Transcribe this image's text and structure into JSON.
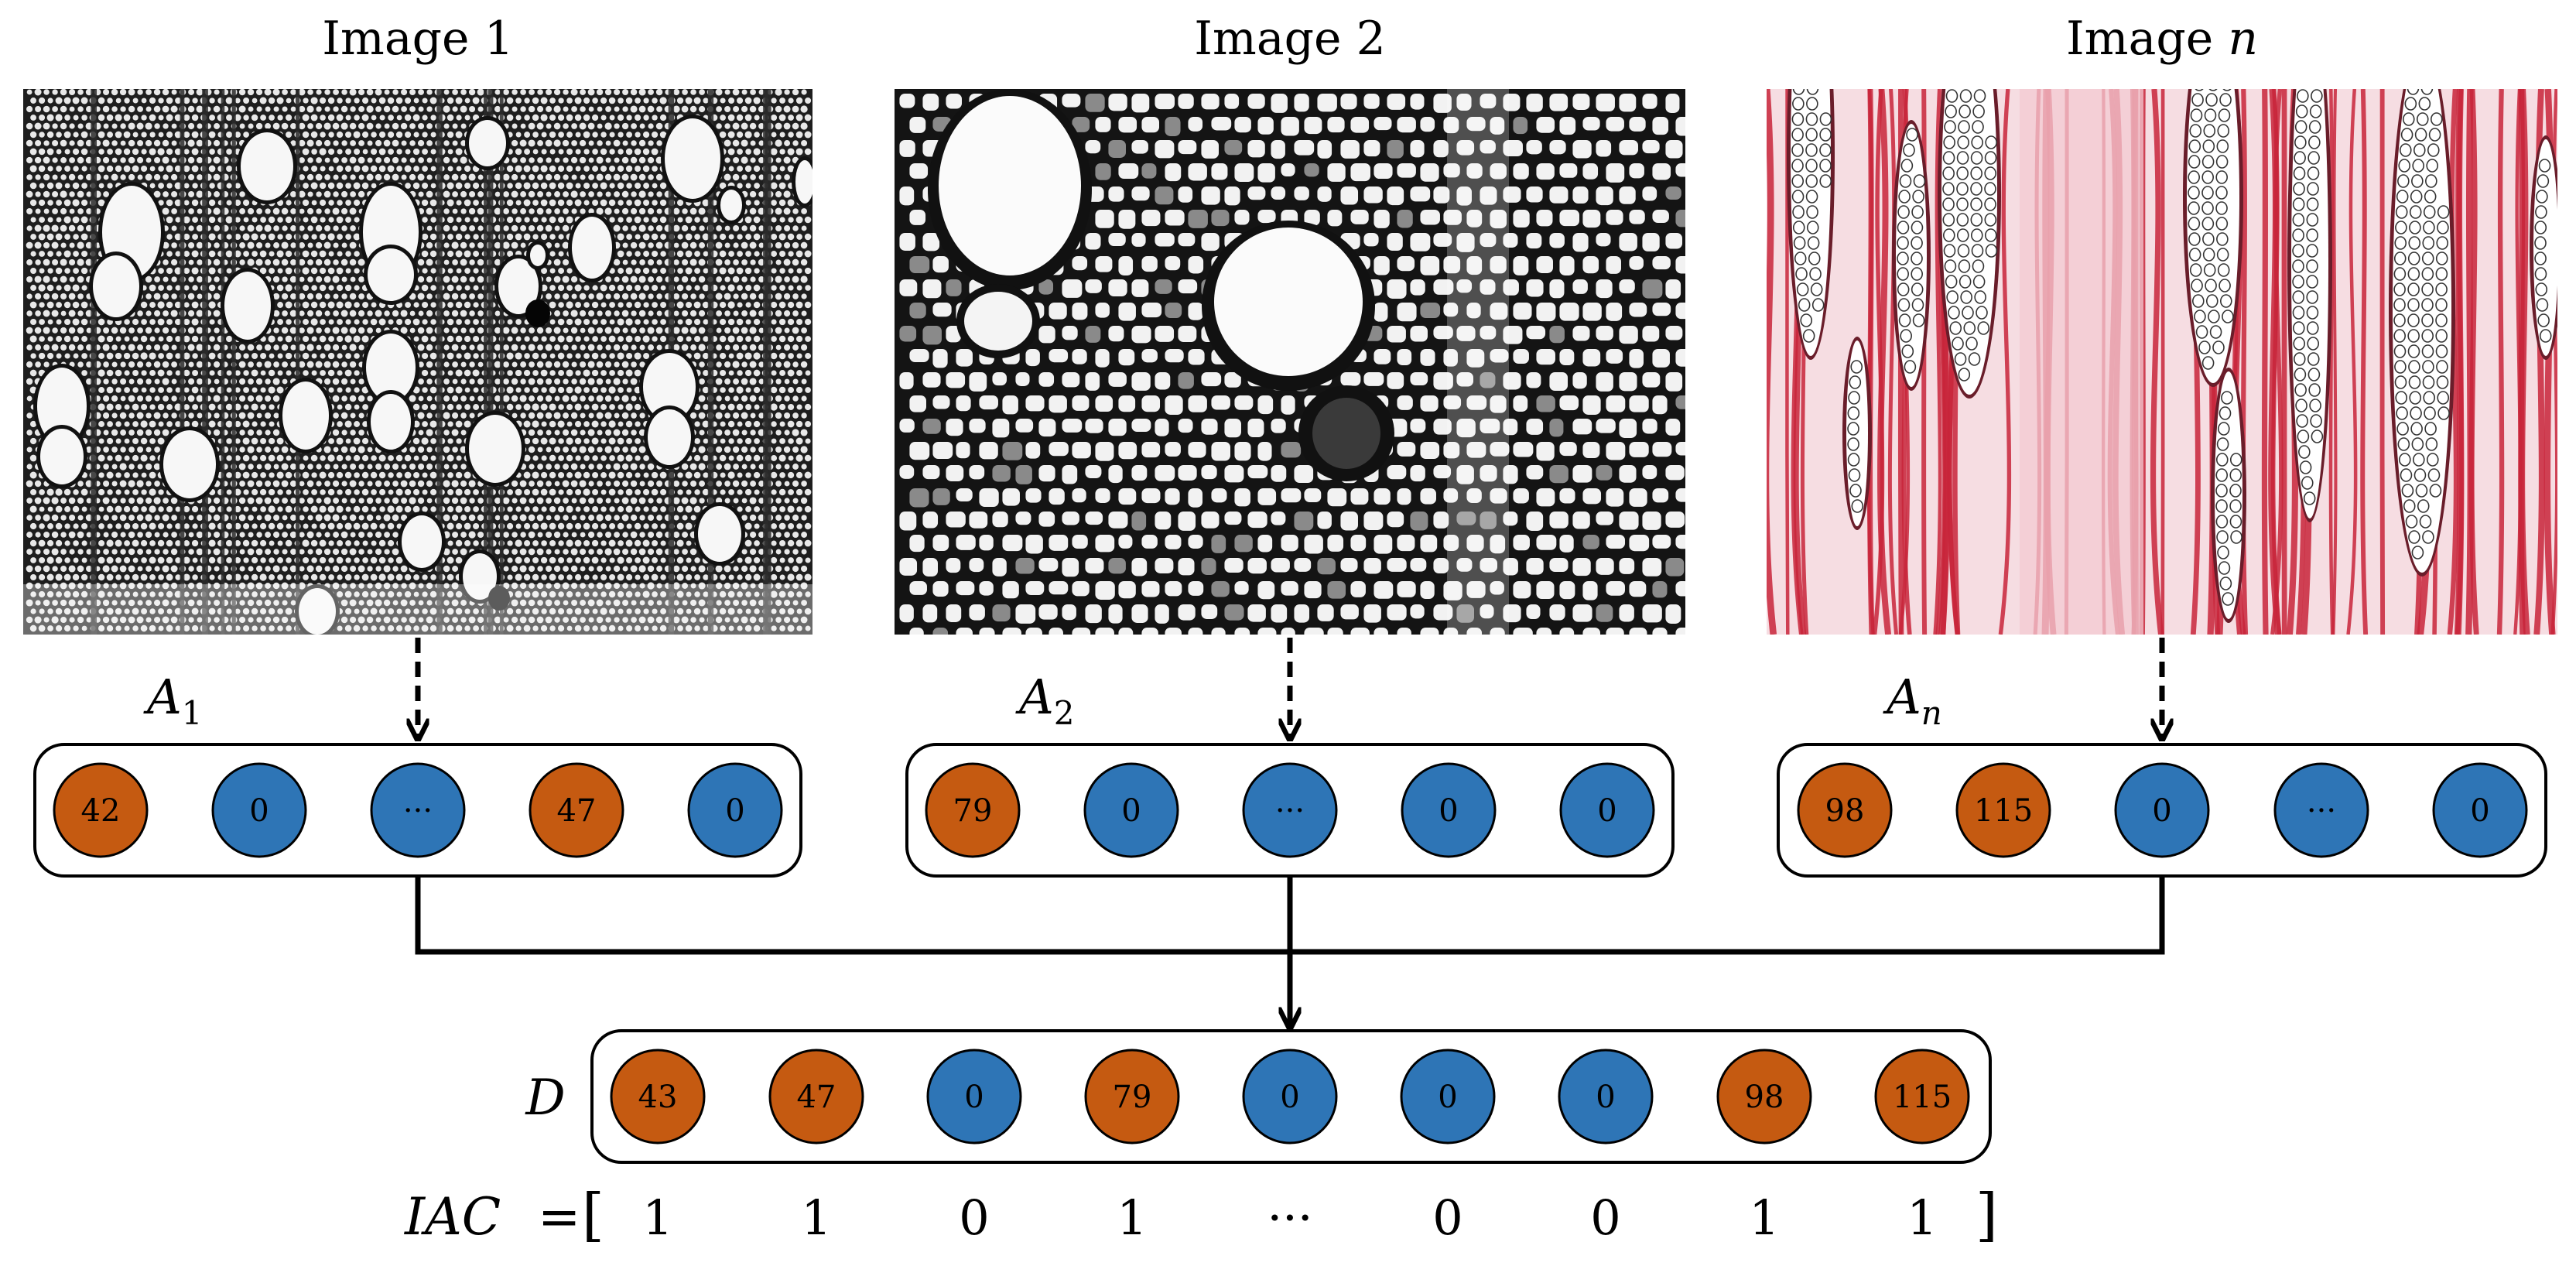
{
  "images": [
    {
      "title_main": "Image 1",
      "title_sub": "",
      "style": "bw-fine"
    },
    {
      "title_main": "Image 2",
      "title_sub": "",
      "style": "bw-coarse"
    },
    {
      "title_main": "Image ",
      "title_sub": "n",
      "style": "red"
    }
  ],
  "arrays": [
    {
      "label_main": "A",
      "label_sub": "1",
      "cells": [
        "42",
        "0",
        "···",
        "47",
        "0"
      ],
      "kinds": [
        "orange",
        "blue",
        "blue",
        "orange",
        "blue"
      ]
    },
    {
      "label_main": "A",
      "label_sub": "2",
      "cells": [
        "79",
        "0",
        "···",
        "0",
        "0"
      ],
      "kinds": [
        "orange",
        "blue",
        "blue",
        "blue",
        "blue"
      ]
    },
    {
      "label_main": "A",
      "label_sub": "n",
      "cells": [
        "98",
        "115",
        "0",
        "···",
        "0"
      ],
      "kinds": [
        "orange",
        "orange",
        "blue",
        "blue",
        "blue"
      ]
    }
  ],
  "combined": {
    "label": "D",
    "cells": [
      "43",
      "47",
      "0",
      "79",
      "0",
      "0",
      "0",
      "98",
      "115"
    ],
    "kinds": [
      "orange",
      "orange",
      "blue",
      "orange",
      "blue",
      "blue",
      "blue",
      "orange",
      "orange"
    ]
  },
  "iac": {
    "label": "IAC",
    "equals": "=",
    "open_bracket": "[",
    "close_bracket": "]",
    "values": [
      "1",
      "1",
      "0",
      "1",
      "···",
      "0",
      "0",
      "1",
      "1"
    ]
  },
  "colors": {
    "orange": "#C55A11",
    "blue": "#2E75B6",
    "stroke": "#000000",
    "red_tissue": "#C8243A",
    "red_bg": "#F6DDE2"
  }
}
